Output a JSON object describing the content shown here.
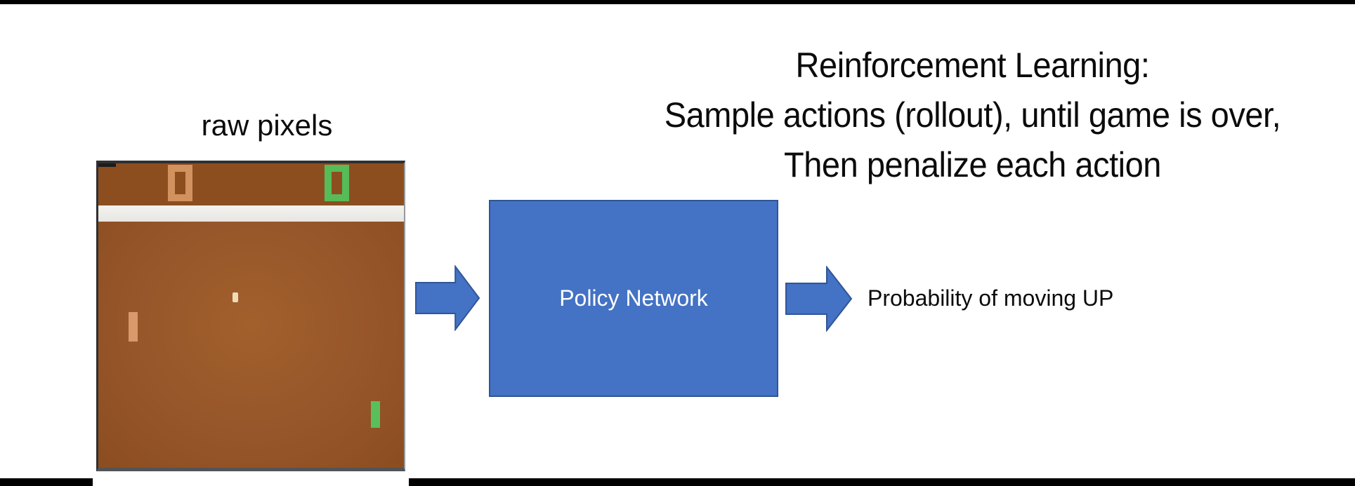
{
  "slide": {
    "raw_pixels_label": "raw pixels",
    "title": {
      "line1": "Reinforcement Learning:",
      "line2": "Sample actions (rollout), until game is over,",
      "line3": "Then penalize each action"
    },
    "policy_box": {
      "label": "Policy Network"
    },
    "output_label": "Probability of moving UP",
    "pong": {
      "left_score": "0",
      "right_score": "0"
    },
    "colors": {
      "accent_blue": "#4472c4",
      "accent_blue_border": "#2f5597",
      "pong_brown_field": "#97562a",
      "pong_brown_band": "#8d4e1f",
      "pong_white_band": "#edece8",
      "score_orange": "#d2925f",
      "score_green": "#57bb58",
      "paddle_tan": "#d9996a",
      "paddle_green": "#5abf5b",
      "ball_cream": "#f0dcb6",
      "letterbox_black": "#000000"
    }
  }
}
